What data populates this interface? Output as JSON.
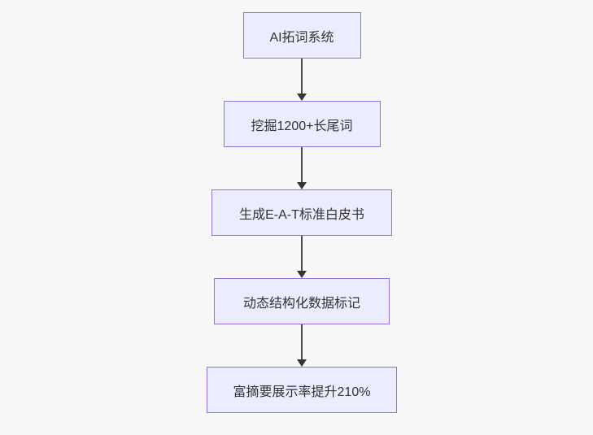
{
  "diagram": {
    "type": "flowchart",
    "direction": "top-down",
    "nodes": [
      {
        "id": "n1",
        "label": "AI拓词系统"
      },
      {
        "id": "n2",
        "label": "挖掘1200+长尾词"
      },
      {
        "id": "n3",
        "label": "生成E-A-T标准白皮书"
      },
      {
        "id": "n4",
        "label": "动态结构化数据标记"
      },
      {
        "id": "n5",
        "label": "富摘要展示率提升210%"
      }
    ],
    "edges": [
      {
        "from": "n1",
        "to": "n2"
      },
      {
        "from": "n2",
        "to": "n3"
      },
      {
        "from": "n3",
        "to": "n4"
      },
      {
        "from": "n4",
        "to": "n5"
      }
    ],
    "colors": {
      "node_fill": "#ececff",
      "node_border": "#9370db",
      "text": "#333333",
      "arrow": "#333333",
      "background": "#f8f8f8"
    }
  }
}
